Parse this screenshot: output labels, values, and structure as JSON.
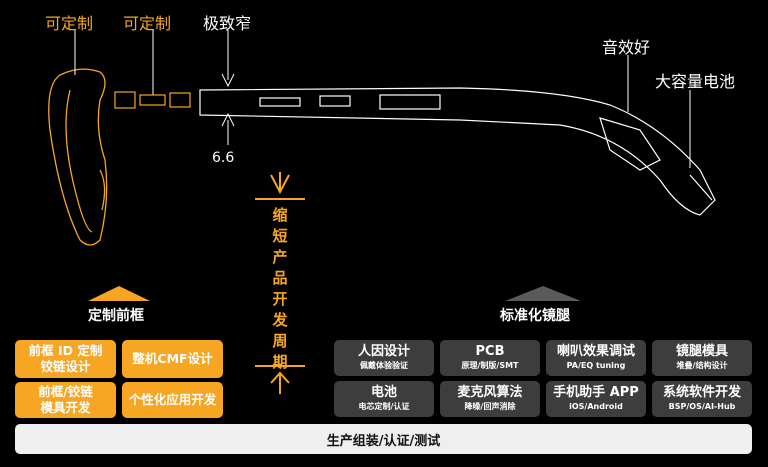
{
  "callouts": {
    "customizable_1": "可定制",
    "customizable_2": "可定制",
    "ultra_narrow": "极致窄",
    "good_sound": "音效好",
    "big_battery": "大容量电池",
    "width_value": "6.6"
  },
  "cycle_label": "缩短产品开发周期",
  "left_section": {
    "title": "定制前框",
    "boxes": [
      "前框 ID 定制\n铰链设计",
      "整机CMF设计",
      "前框/铰链\n模具开发",
      "个性化应用开发"
    ]
  },
  "right_section": {
    "title": "标准化镜腿",
    "boxes": [
      {
        "title": "人因设计",
        "sub": "佩戴体验验证"
      },
      {
        "title": "PCB",
        "sub": "原理/制版/SMT"
      },
      {
        "title": "喇叭效果调试",
        "sub": "PA/EQ tuning"
      },
      {
        "title": "镜腿模具",
        "sub": "堆叠/结构设计"
      },
      {
        "title": "电池",
        "sub": "电芯定制/认证"
      },
      {
        "title": "麦克风算法",
        "sub": "降噪/回声消除"
      },
      {
        "title": "手机助手 APP",
        "sub": "iOS/Android"
      },
      {
        "title": "系统软件开发",
        "sub": "BSP/OS/AI-Hub"
      }
    ]
  },
  "bottom_bar": "生产组装/认证/测试",
  "colors": {
    "accent": "#f6a623",
    "box_gray": "#3d3d3d",
    "bar": "#efefef"
  }
}
